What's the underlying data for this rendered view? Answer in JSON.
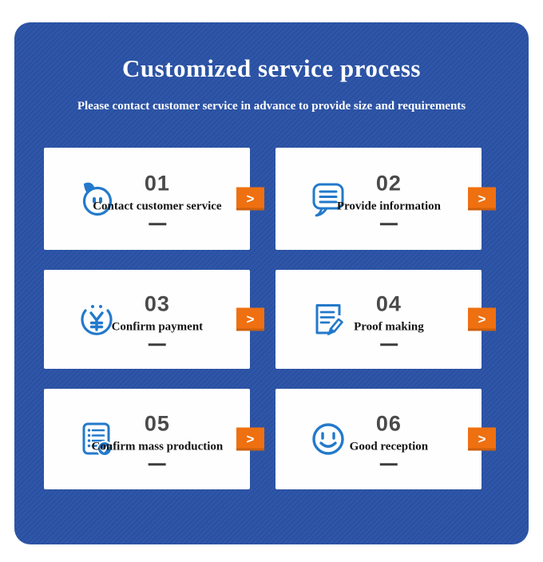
{
  "header": {
    "title": "Customized service process",
    "subtitle": "Please contact customer service in advance to provide size and requirements"
  },
  "arrow_label": ">",
  "colors": {
    "panel_blue": "#2e56a9",
    "card_white": "#fefefe",
    "icon_blue": "#2379cb",
    "arrow_orange": "#ef7010",
    "number_gray": "#4a4a4a",
    "label_black": "#141414"
  },
  "steps": [
    {
      "number": "01",
      "label": "Contact customer service",
      "icon": "chat-smiley-icon"
    },
    {
      "number": "02",
      "label": "Provide information",
      "icon": "speech-bubble-lines-icon"
    },
    {
      "number": "03",
      "label": "Confirm payment",
      "icon": "yuan-coin-icon"
    },
    {
      "number": "04",
      "label": "Proof making",
      "icon": "document-pencil-icon"
    },
    {
      "number": "05",
      "label": "Confirm mass production",
      "icon": "checklist-check-icon"
    },
    {
      "number": "06",
      "label": "Good reception",
      "icon": "smiley-face-icon"
    }
  ]
}
